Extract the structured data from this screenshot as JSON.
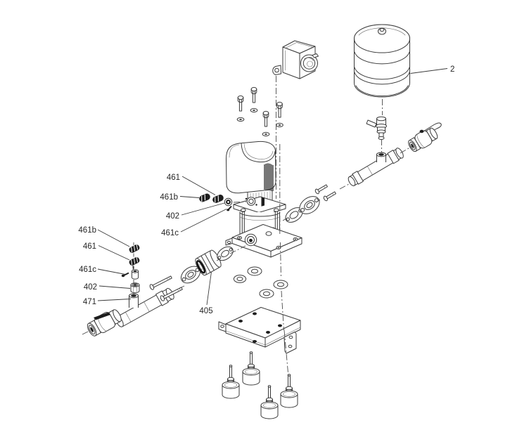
{
  "figure": {
    "kind": "exploded-view parts diagram"
  },
  "labels": [
    {
      "id": "461-upper",
      "text": "461"
    },
    {
      "id": "461b-upper",
      "text": "461b"
    },
    {
      "id": "402-upper",
      "text": "402"
    },
    {
      "id": "461c-upper",
      "text": "461c"
    },
    {
      "id": "461b-left",
      "text": "461b"
    },
    {
      "id": "461-left",
      "text": "461"
    },
    {
      "id": "461c-left",
      "text": "461c"
    },
    {
      "id": "402-left",
      "text": "402"
    },
    {
      "id": "471-left",
      "text": "471"
    },
    {
      "id": "405",
      "text": "405"
    },
    {
      "id": "2",
      "text": "2"
    }
  ],
  "colors": {
    "line": "#3a3a3a",
    "dark_fill": "#1d1d1d",
    "label_text": "#262626",
    "background": "#ffffff"
  }
}
